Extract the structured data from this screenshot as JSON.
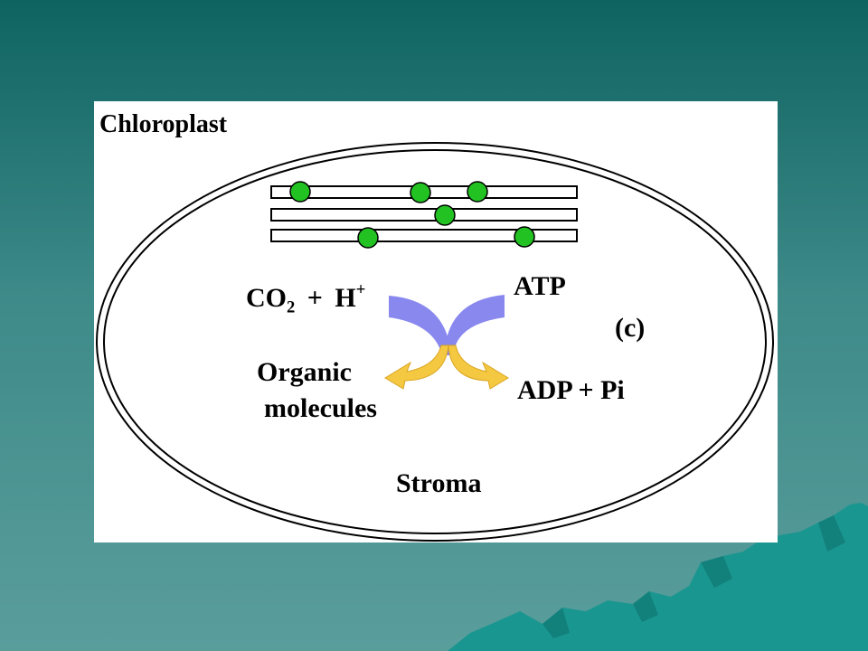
{
  "diagram": {
    "title": "Chloroplast",
    "panel_label": "(c)",
    "region_label": "Stroma",
    "inputs": {
      "co2": "CO",
      "co2_subscript": "2",
      "plus": "+",
      "proton": "H",
      "proton_superscript": "+"
    },
    "energy_input": "ATP",
    "energy_output": "ADP + Pi",
    "product_line1": "Organic",
    "product_line2": "molecules",
    "colors": {
      "background_top": "#0e6360",
      "background_bottom": "#5a9e9c",
      "mountain": "#1a9690",
      "pigment": "#22c222",
      "arrow_in": "#8888ee",
      "arrow_out": "#f5c842"
    },
    "icons": [
      "mountain-decoration",
      "thylakoid-membrane",
      "chlorophyll-dot",
      "curved-arrow"
    ]
  }
}
